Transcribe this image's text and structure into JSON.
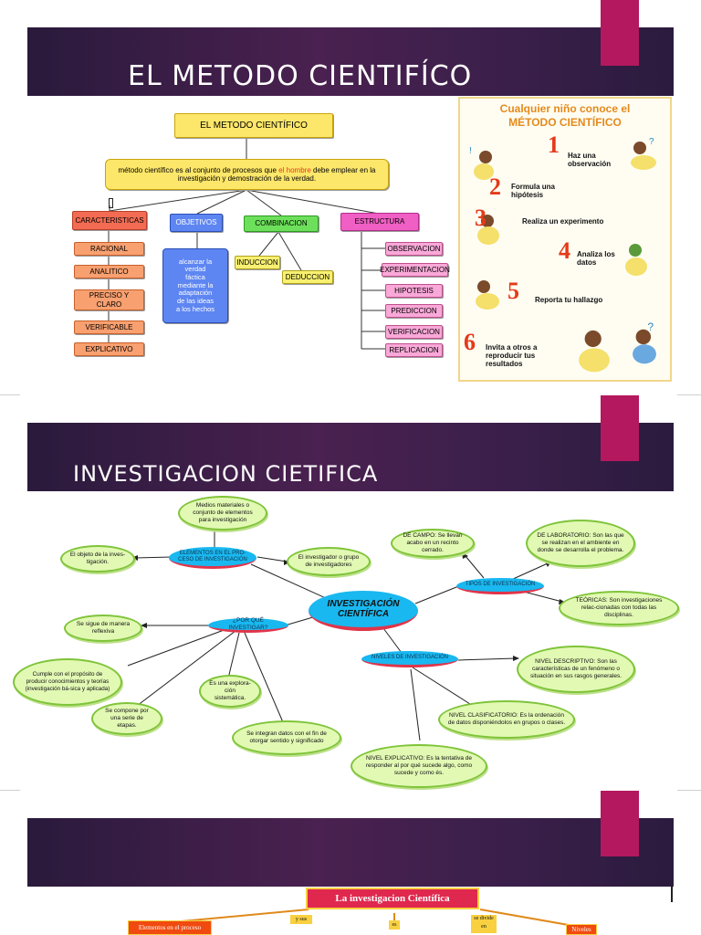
{
  "slide1": {
    "title": "EL METODO CIENTIFÍCO",
    "map": {
      "root": "EL METODO CIENTÍFICO",
      "definition_pre": "método científico es al  conjunto de procesos que ",
      "definition_highlight": "el hombre",
      "definition_post": " debe emplear en la investigación y demostración de la verdad.",
      "branches": {
        "caracteristicas": "CARACTERISTICAS",
        "objetivos": "OBJETIVOS",
        "combinacion": "COMBINACION",
        "estructura": "ESTRUCTURA"
      },
      "caracteristicas_items": [
        "RACIONAL",
        "ANALITICO",
        "PRECISO Y CLARO",
        "VERIFICABLE",
        "EXPLICATIVO"
      ],
      "objetivos_text": "alcanzar la verdad fáctica mediante la adaptación de las ideas a los hechos",
      "combinacion_items": [
        "INDUCCION",
        "DEDUCCION"
      ],
      "estructura_items": [
        "OBSERVACION",
        "EXPERIMENTACION",
        "HIPOTESIS",
        "PREDICCION",
        "VERIFICACION",
        "REPLICACION"
      ]
    },
    "infographic": {
      "heading_line1": "Cualquier niño conoce el",
      "heading_line2": "MÉTODO CIENTÍFICO",
      "steps": [
        {
          "num": "1",
          "text": "Haz una observación"
        },
        {
          "num": "2",
          "text": "Formula una hipótesis"
        },
        {
          "num": "3",
          "text": "Realiza un experimento"
        },
        {
          "num": "4",
          "text": "Analiza los datos"
        },
        {
          "num": "5",
          "text": "Reporta tu hallazgo"
        },
        {
          "num": "6",
          "text": "Invita a otros a reproducir tus resultados"
        }
      ]
    }
  },
  "slide2": {
    "title": "INVESTIGACION CIETIFICA",
    "core": "INVESTIGACIÓN CIENTÍFICA",
    "hubs": {
      "elementos": "ELEMENTOS EN EL PRO-CESO DE INVESTIGACIÓN",
      "por_que": "¿POR QUÉ INVESTIGAR?",
      "tipos": "TIPOS DE INVESTIGACIÓN",
      "niveles": "NIVELES DE INVESTIGACIÓN"
    },
    "leaves": {
      "medios": "Medios materiales o conjunto de elementos para investigación",
      "objeto": "El objeto de la inves-tigación.",
      "investigador": "El investigador o grupo de investigadores",
      "reflexiva": "Se sigue de manera reflexiva",
      "cumple": "Cumple con el propósito de producir conocimientos y teorías (investigación bá-sica y aplicada)",
      "exploracion": "Es una explora-ción sistemática.",
      "etapas": "Se compone por una serie de etapas.",
      "integran": "Se integran datos con el fin de otorgar sentido y significado",
      "campo": "DE CAMPO: Se llevan acabo en un recinto cerrado.",
      "laboratorio": "DE LABORATORIO: Son las que se realizan en el ambiente en donde se desarrolla el problema.",
      "teoricas": "TEÓRICAS: Son investigaciones relac-cionadas con todas las disciplinas.",
      "descriptivo": "NIVEL DESCRIPTIVO: Son las características de un fenómeno o situación en sus rasgos generales.",
      "clasificatorio": "NIVEL CLASIFICATORIO: Es la ordenación de datos disponiéndolos en grupos o clases.",
      "explicativo": "NIVEL EXPLICATIVO: Es la tentativa de responder al por qué sucede algo, como sucede y como és."
    }
  },
  "slide3": {
    "title_box": "La investigacion Científica",
    "left_box": "Elementos en el proceso",
    "right_box": "Niveles",
    "conn_left": "y sus",
    "conn_mid": "es",
    "conn_right_1": "se divide",
    "conn_right_2": "en"
  }
}
